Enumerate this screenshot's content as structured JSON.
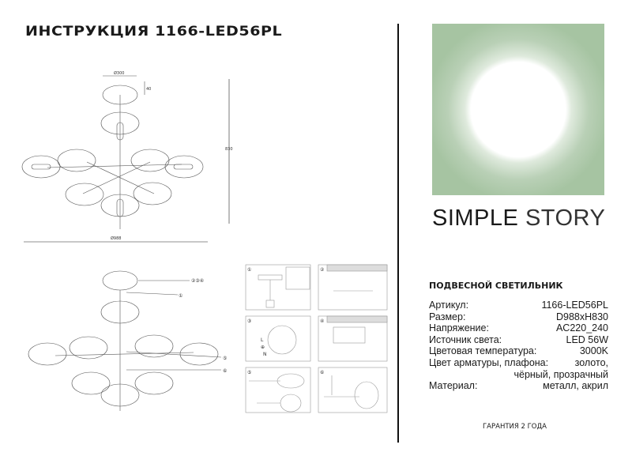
{
  "title": "ИНСТРУКЦИЯ 1166-LED56PL",
  "brand": {
    "name_bold": "SIMPLE",
    "name_light": "STORY",
    "logo_color": "#a6c4a2"
  },
  "dimensions": {
    "canopy_diameter": "Ø300",
    "canopy_height": "40",
    "total_height": "830",
    "total_diameter": "Ø988"
  },
  "callouts": [
    "②③④",
    "①",
    "⑤",
    "⑥"
  ],
  "steps": [
    "①",
    "②",
    "③",
    "④",
    "⑤",
    "⑥"
  ],
  "wiring_labels": [
    "L",
    "⊕",
    "N"
  ],
  "product_type": "ПОДВЕСНОЙ СВЕТИЛЬНИК",
  "specs": [
    {
      "label": "Артикул:",
      "value": "1166-LED56PL"
    },
    {
      "label": "Размер:",
      "value": "D988xH830"
    },
    {
      "label": "Напряжение:",
      "value": "AC220_240"
    },
    {
      "label": "Источник света:",
      "value": "LED 56W"
    },
    {
      "label": "Цветовая температура:",
      "value": "3000K"
    },
    {
      "label": "Цвет арматуры, плафона:",
      "value": "золото,",
      "value2": "чёрный, прозрачный"
    },
    {
      "label": "Материал:",
      "value": "металл, акрил"
    }
  ],
  "warranty": "ГАРАНТИЯ 2 ГОДА"
}
